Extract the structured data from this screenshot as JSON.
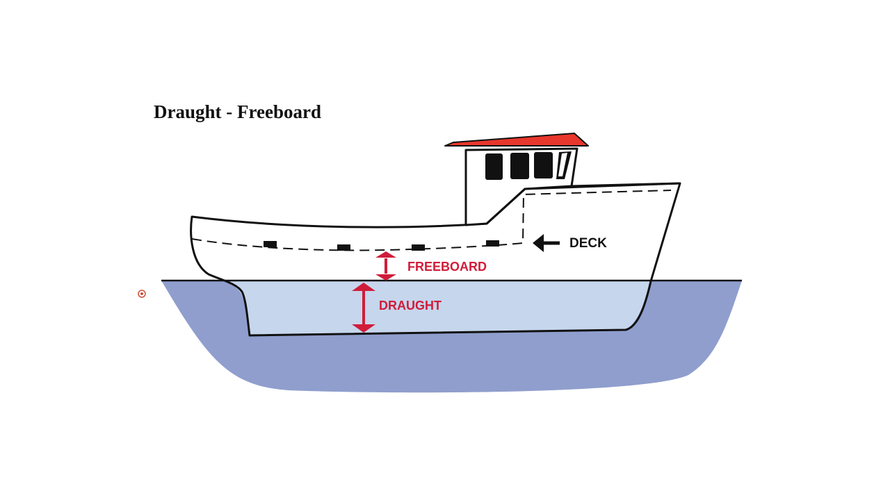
{
  "title": "Draught - Freeboard",
  "labels": {
    "deck": "DECK",
    "freeboard": "FREEBOARD",
    "draught": "DRAUGHT"
  },
  "colors": {
    "water": "#8f9ecd",
    "submerged_hull": "#c6d6ec",
    "roof": "#e8372c",
    "measure": "#d01c3a",
    "outline": "#111111"
  },
  "icons": {
    "deck_pointer": "arrow-left-icon",
    "cursor": "pointer-dot-icon"
  }
}
